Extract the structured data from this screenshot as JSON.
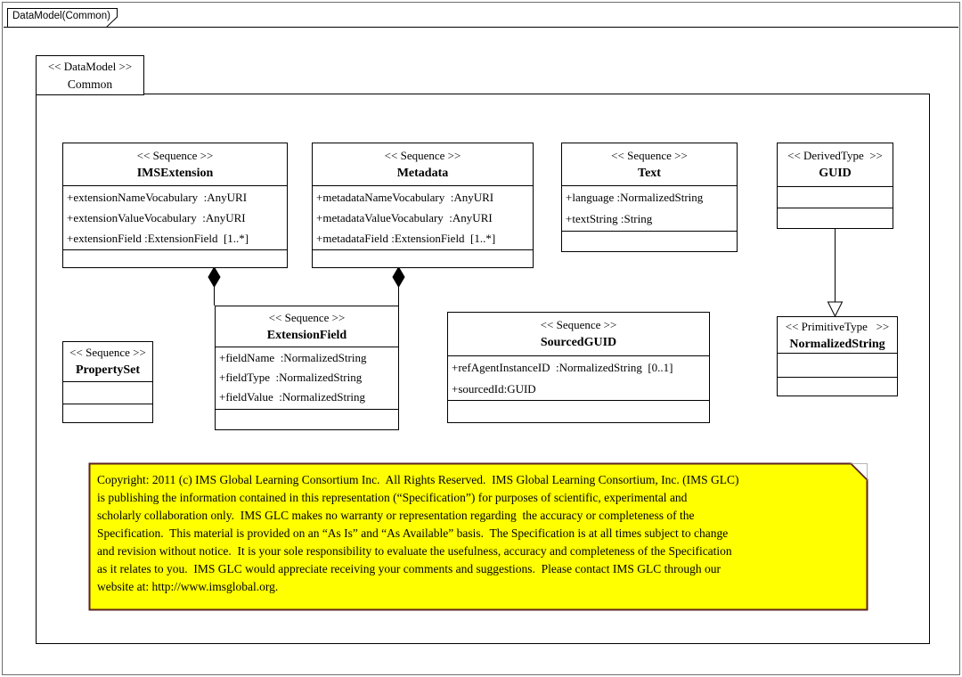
{
  "page": {
    "tab_label": "DataModel(Common)"
  },
  "package": {
    "stereotype": "<< DataModel >>",
    "name": "Common"
  },
  "classes": [
    {
      "stereotype": "<< Sequence >>",
      "name": "IMSExtension",
      "attributes": [
        "+extensionNameVocabulary  :AnyURI",
        "+extensionValueVocabulary  :AnyURI",
        "+extensionField :ExtensionField  [1..*]"
      ]
    },
    {
      "stereotype": "<< Sequence >>",
      "name": "Metadata",
      "attributes": [
        "+metadataNameVocabulary  :AnyURI",
        "+metadataValueVocabulary  :AnyURI",
        "+metadataField :ExtensionField  [1..*]"
      ]
    },
    {
      "stereotype": "<< Sequence >>",
      "name": "Text",
      "attributes": [
        "+language :NormalizedString",
        "+textString :String"
      ]
    },
    {
      "stereotype": "<< DerivedType  >>",
      "name": "GUID",
      "attributes": []
    },
    {
      "stereotype": "<< Sequence >>",
      "name": "PropertySet",
      "attributes": []
    },
    {
      "stereotype": "<< Sequence >>",
      "name": "ExtensionField",
      "attributes": [
        "+fieldName  :NormalizedString",
        "+fieldType  :NormalizedString",
        "+fieldValue  :NormalizedString"
      ]
    },
    {
      "stereotype": "<< Sequence >>",
      "name": "SourcedGUID",
      "attributes": [
        "+refAgentInstanceID  :NormalizedString  [0..1]",
        "+sourcedId:GUID"
      ]
    },
    {
      "stereotype": "<< PrimitiveType   >>",
      "name": "NormalizedString",
      "attributes": []
    }
  ],
  "relationships": [
    {
      "type": "composition",
      "from": "IMSExtension",
      "to": "ExtensionField"
    },
    {
      "type": "composition",
      "from": "Metadata",
      "to": "ExtensionField"
    },
    {
      "type": "generalization",
      "from": "GUID",
      "to": "NormalizedString"
    }
  ],
  "note": {
    "bg_color": "#ffff00",
    "border_color": "#5e2121",
    "lines": [
      "Copyright: 2011 (c) IMS Global Learning Consortium Inc.  All Rights Reserved.  IMS Global Learning Consortium, Inc. (IMS GLC)",
      "is publishing the information contained in this representation (“Specification”) for purposes of scientific, experimental and",
      "scholarly collaboration only.  IMS GLC makes no warranty or representation regarding  the accuracy or completeness of the",
      "Specification.  This material is provided on an “As Is” and “As Available” basis.  The Specification is at all times subject to change",
      "and revision without notice.  It is your sole responsibility to evaluate the usefulness, accuracy and completeness of the Specification",
      "as it relates to you.  IMS GLC would appreciate receiving your comments and suggestions.  Please contact IMS GLC through our",
      "website at: http://www.imsglobal.org."
    ]
  }
}
